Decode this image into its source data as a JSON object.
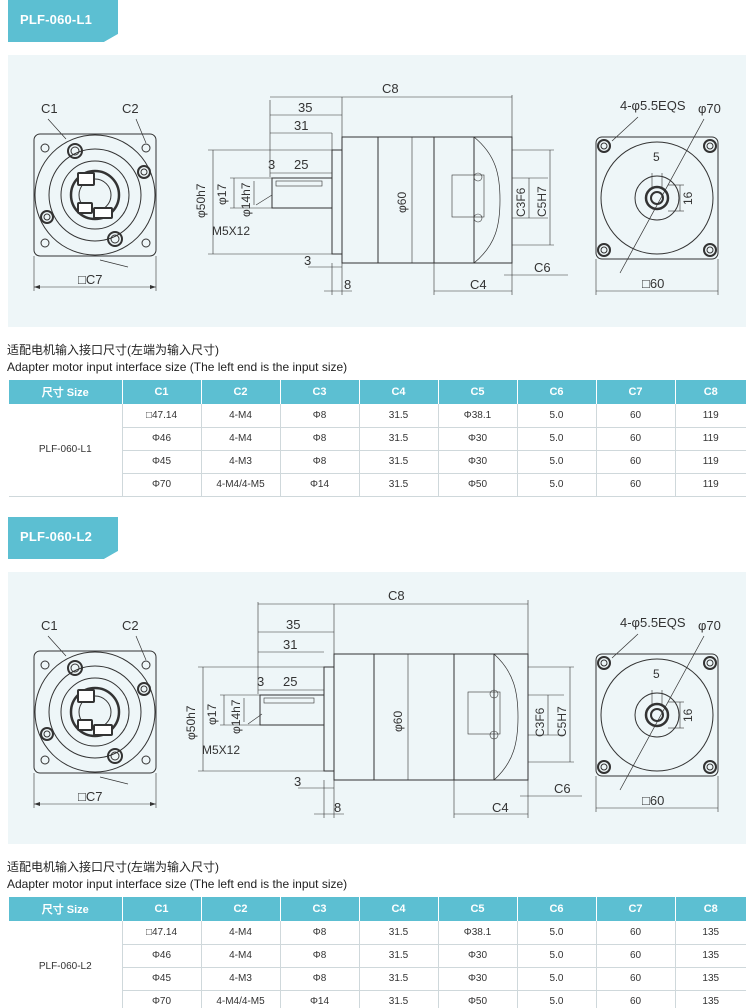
{
  "sections": [
    {
      "title": "PLF-060-L1",
      "caption_cn": "适配电机输入接口尺寸(左端为输入尺寸)",
      "caption_en": "Adapter motor input interface size (The left end is the input size)",
      "drawing": {
        "front": {
          "c1": "C1",
          "c2": "C2",
          "c7": "□C7"
        },
        "side": {
          "c8": "C8",
          "d35": "35",
          "d31": "31",
          "d3": "3",
          "d25": "25",
          "phi50": "φ50h7",
          "phi17": "φ17",
          "phi14": "φ14h7",
          "m5": "M5X12",
          "phi60": "φ60",
          "c3": "C3F6",
          "c5": "C5H7",
          "d3b": "3",
          "d8": "8",
          "c4": "C4",
          "c6": "C6"
        },
        "rear": {
          "holes": "4-φ5.5EQS",
          "phi70": "φ70",
          "k5": "5",
          "k16": "16",
          "sq60": "□60"
        }
      },
      "table": {
        "headers": [
          "尺寸 Size",
          "C1",
          "C2",
          "C3",
          "C4",
          "C5",
          "C6",
          "C7",
          "C8"
        ],
        "model": "PLF-060-L1",
        "rows": [
          [
            "□47.14",
            "4-M4",
            "Φ8",
            "31.5",
            "Φ38.1",
            "5.0",
            "60",
            "119"
          ],
          [
            "Φ46",
            "4-M4",
            "Φ8",
            "31.5",
            "Φ30",
            "5.0",
            "60",
            "119"
          ],
          [
            "Φ45",
            "4-M3",
            "Φ8",
            "31.5",
            "Φ30",
            "5.0",
            "60",
            "119"
          ],
          [
            "Φ70",
            "4-M4/4-M5",
            "Φ14",
            "31.5",
            "Φ50",
            "5.0",
            "60",
            "119"
          ]
        ]
      }
    },
    {
      "title": "PLF-060-L2",
      "caption_cn": "适配电机输入接口尺寸(左端为输入尺寸)",
      "caption_en": "Adapter motor input interface size (The left end is the input size)",
      "drawing": {
        "front": {
          "c1": "C1",
          "c2": "C2",
          "c7": "□C7"
        },
        "side": {
          "c8": "C8",
          "d35": "35",
          "d31": "31",
          "d3": "3",
          "d25": "25",
          "phi50": "φ50h7",
          "phi17": "φ17",
          "phi14": "φ14h7",
          "m5": "M5X12",
          "phi60": "φ60",
          "c3": "C3F6",
          "c5": "C5H7",
          "d3b": "3",
          "d8": "8",
          "c4": "C4",
          "c6": "C6"
        },
        "rear": {
          "holes": "4-φ5.5EQS",
          "phi70": "φ70",
          "k5": "5",
          "k16": "16",
          "sq60": "□60"
        }
      },
      "table": {
        "headers": [
          "尺寸 Size",
          "C1",
          "C2",
          "C3",
          "C4",
          "C5",
          "C6",
          "C7",
          "C8"
        ],
        "model": "PLF-060-L2",
        "rows": [
          [
            "□47.14",
            "4-M4",
            "Φ8",
            "31.5",
            "Φ38.1",
            "5.0",
            "60",
            "135"
          ],
          [
            "Φ46",
            "4-M4",
            "Φ8",
            "31.5",
            "Φ30",
            "5.0",
            "60",
            "135"
          ],
          [
            "Φ45",
            "4-M3",
            "Φ8",
            "31.5",
            "Φ30",
            "5.0",
            "60",
            "135"
          ],
          [
            "Φ70",
            "4-M4/4-M5",
            "Φ14",
            "31.5",
            "Φ50",
            "5.0",
            "60",
            "135"
          ]
        ]
      }
    }
  ],
  "colors": {
    "accent": "#5cbfd2",
    "drawing_bg": "#eef6f8",
    "line": "#333333"
  }
}
